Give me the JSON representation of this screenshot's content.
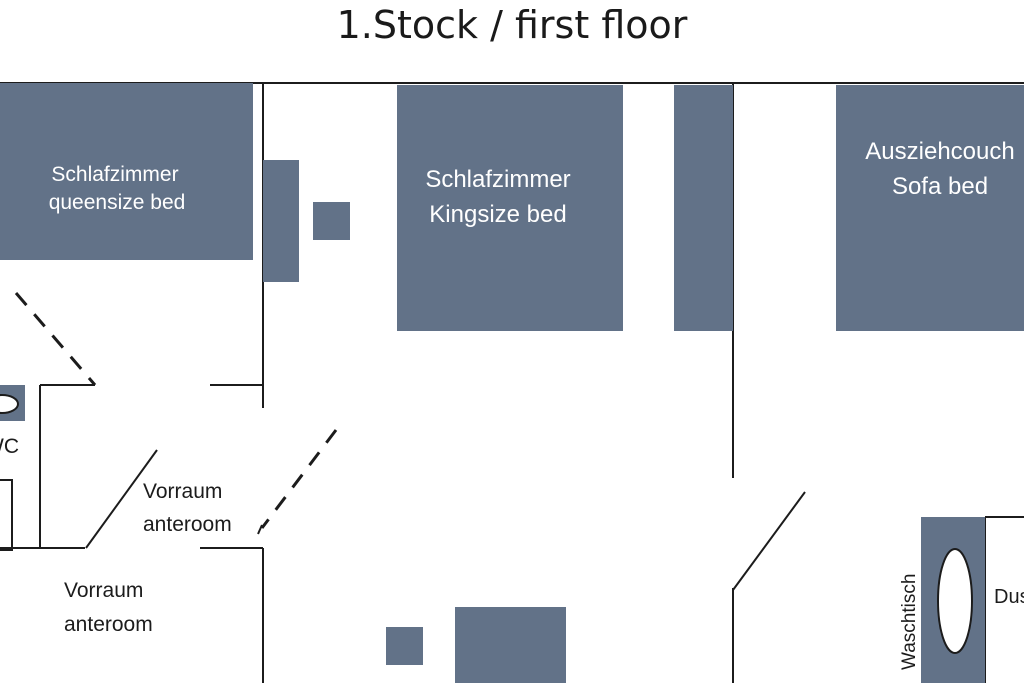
{
  "title": "1.Stock / first floor",
  "rooms": {
    "bedroom_queen": [
      "Schlafzimmer",
      "queensize bed"
    ],
    "bedroom_king": [
      "Schlafzimmer",
      "Kingsize bed"
    ],
    "sofa": [
      "Ausziehcouch",
      "Sofa bed"
    ],
    "wc": "WC",
    "anteroom_inner": [
      "Vorraum",
      "anteroom"
    ],
    "anteroom_outer": [
      "Vorraum",
      "anteroom"
    ],
    "washbasin": "Waschtisch",
    "shower": "Dusche"
  },
  "colors": {
    "furniture": "#627288",
    "walls": "#1c1c1c"
  }
}
